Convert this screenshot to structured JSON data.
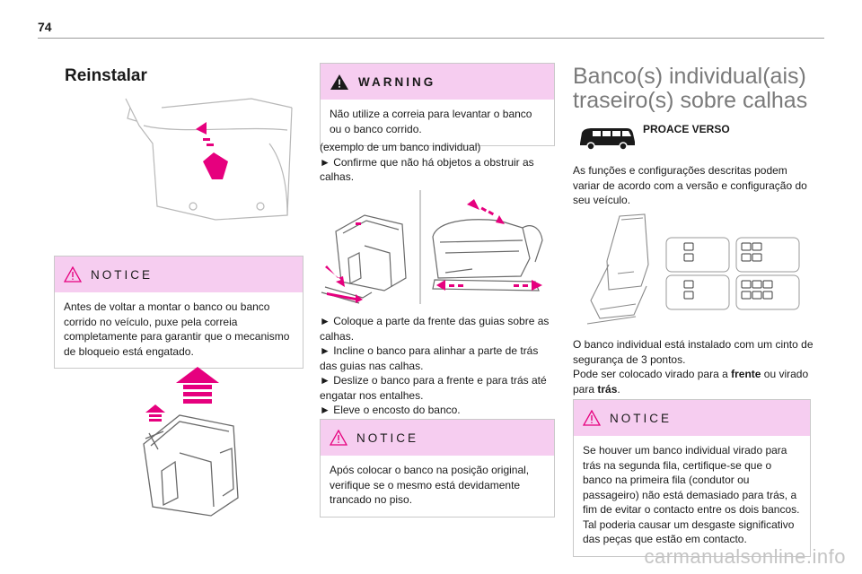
{
  "page": {
    "number": "74"
  },
  "col1": {
    "heading": "Reinstalar",
    "notice": {
      "label": "NOTICE",
      "text": "Antes de voltar a montar o banco ou banco corrido no veículo, puxe pela correia completamente para garantir que o mecanismo de bloqueio está engatado."
    }
  },
  "col2": {
    "warning": {
      "label": "WARNING",
      "text": "Não utilize a correia para levantar o banco ou o banco corrido."
    },
    "intro": [
      "(exemplo de um banco individual)",
      "► Confirme que não há objetos a obstruir as calhas."
    ],
    "steps": [
      "► Coloque a parte da frente das guias sobre as calhas.",
      "► Incline o banco para alinhar a parte de trás das guias nas calhas.",
      "► Deslize o banco para a frente e para trás até engatar nos entalhes.",
      "► Eleve o encosto do banco."
    ],
    "notice": {
      "label": "NOTICE",
      "text": "Após colocar o banco na posição original, verifique se o mesmo está devidamente trancado no piso."
    }
  },
  "col3": {
    "title_line1": "Banco(s) individual(ais)",
    "title_line2": "traseiro(s) sobre calhas",
    "model": "PROACE VERSO",
    "para1": "As funções e configurações descritas podem variar de acordo com a versão e configuração do seu veículo.",
    "para2_line1": "O banco individual está instalado com um cinto de segurança de 3 pontos.",
    "para2_line2_a": "Pode ser colocado virado para a ",
    "para2_line2_b": "frente",
    "para2_line2_c": " ou virado para ",
    "para2_line2_d": "trás",
    "para2_line2_e": ".",
    "notice": {
      "label": "NOTICE",
      "text1": "Se houver um banco individual virado para trás na segunda fila, certifique-se que o banco na primeira fila (condutor ou passageiro) não está demasiado para trás, a fim de evitar o contacto entre os dois bancos.",
      "text2": "Tal poderia causar um desgaste significativo das peças que estão em contacto."
    }
  },
  "footer": {
    "watermark": "carmanualsonline.info"
  },
  "colors": {
    "accent_pink": "#f6cdf0",
    "arrow_magenta": "#e6007e",
    "title_gray": "#7a7a7a"
  }
}
